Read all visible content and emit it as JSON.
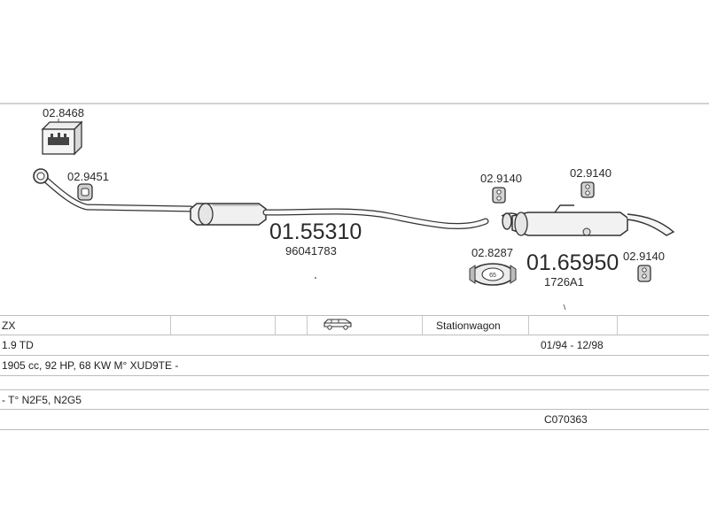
{
  "parts": {
    "clamp_box": "02.8468",
    "front_rubber": "02.9451",
    "middle_pipe": "01.55310",
    "middle_pipe_oem": "96041783",
    "hanger_left": "02.9140",
    "hanger_mid": "02.9140",
    "hanger_right": "02.9140",
    "clamp_ring": "02.8287",
    "rear_silencer": "01.65950",
    "rear_silencer_oem": "1726A1"
  },
  "vehicle": {
    "model": "ZX",
    "body_type": "Stationwagon",
    "engine": "1.9 TD",
    "years": "01/94 - 12/98",
    "specs": "1905 cc, 92 HP, 68 KW M° XUD9TE -",
    "type_codes": "- T° N2F5, N2G5",
    "catalog_code": "C070363"
  },
  "icons": [
    "clamp-kit-box-icon",
    "rubber-mount-icon",
    "hanger-icon",
    "clamp-ring-icon",
    "stationwagon-car-icon"
  ]
}
